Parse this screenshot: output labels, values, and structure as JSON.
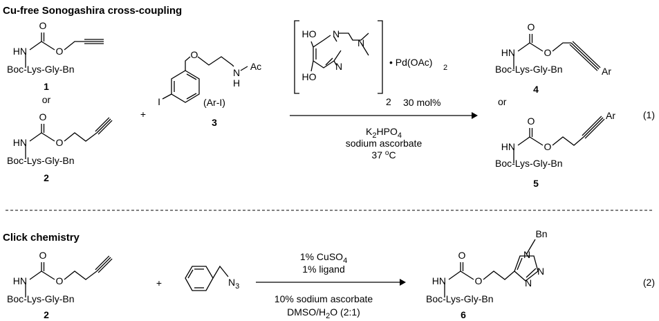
{
  "sections": {
    "section1_title": "Cu-free Sonogashira cross-coupling",
    "section2_title": "Click chemistry"
  },
  "reaction1": {
    "reactant_1": {
      "hn": "HN",
      "o_carbonyl": "O",
      "o_ester": "O",
      "peptide": "Boc-Lys-Gly-Bn",
      "number": "1"
    },
    "or_label": "or",
    "reactant_2": {
      "hn": "HN",
      "o_carbonyl": "O",
      "o_ester": "O",
      "peptide": "Boc-Lys-Gly-Bn",
      "number": "2"
    },
    "plus": "+",
    "reactant_3": {
      "iodo": "I",
      "o_ether": "O",
      "nh_n": "N",
      "nh_h": "H",
      "acetyl": "Ac",
      "name": "(Ar-I)",
      "number": "3"
    },
    "catalyst": {
      "ho_top": "HO",
      "ho_bottom": "HO",
      "n_top": "N",
      "n_bottom": "N",
      "n_amine": "N",
      "bracket_subscript": "2",
      "pd_salt": "• Pd(OAc)",
      "pd_subscript": "2",
      "loading": "30 mol%"
    },
    "conditions": {
      "base_main": "K",
      "base_sub1": "2",
      "base_mid": "HPO",
      "base_sub2": "4",
      "reductant": "sodium ascorbate",
      "temperature_value": "37 ",
      "temperature_degree": "o",
      "temperature_unit": "C"
    },
    "product_4": {
      "hn": "HN",
      "o_carbonyl": "O",
      "o_ester": "O",
      "peptide": "Boc-Lys-Gly-Bn",
      "ar": "Ar",
      "number": "4"
    },
    "or_label_product": "or",
    "product_5": {
      "hn": "HN",
      "o_carbonyl": "O",
      "o_ester": "O",
      "peptide": "Boc-Lys-Gly-Bn",
      "ar": "Ar",
      "number": "5"
    },
    "equation_number": "(1)"
  },
  "reaction2": {
    "reactant_2": {
      "hn": "HN",
      "o_carbonyl": "O",
      "o_ester": "O",
      "peptide": "Boc-Lys-Gly-Bn",
      "number": "2"
    },
    "plus": "+",
    "azide": {
      "n3": "N",
      "n3_sub": "3"
    },
    "conditions": {
      "cuso4_main": "1% CuSO",
      "cuso4_sub": "4",
      "ligand": "1% ligand",
      "ascorbate": "10% sodium ascorbate",
      "solvent_a": "DMSO/H",
      "solvent_sub": "2",
      "solvent_b": "O (2:1)"
    },
    "product_6": {
      "hn": "HN",
      "o_carbonyl": "O",
      "o_ester": "O",
      "peptide": "Boc-Lys-Gly-Bn",
      "n1": "N",
      "n2": "N",
      "n3": "N",
      "bn": "Bn",
      "number": "6"
    },
    "equation_number": "(2)"
  }
}
